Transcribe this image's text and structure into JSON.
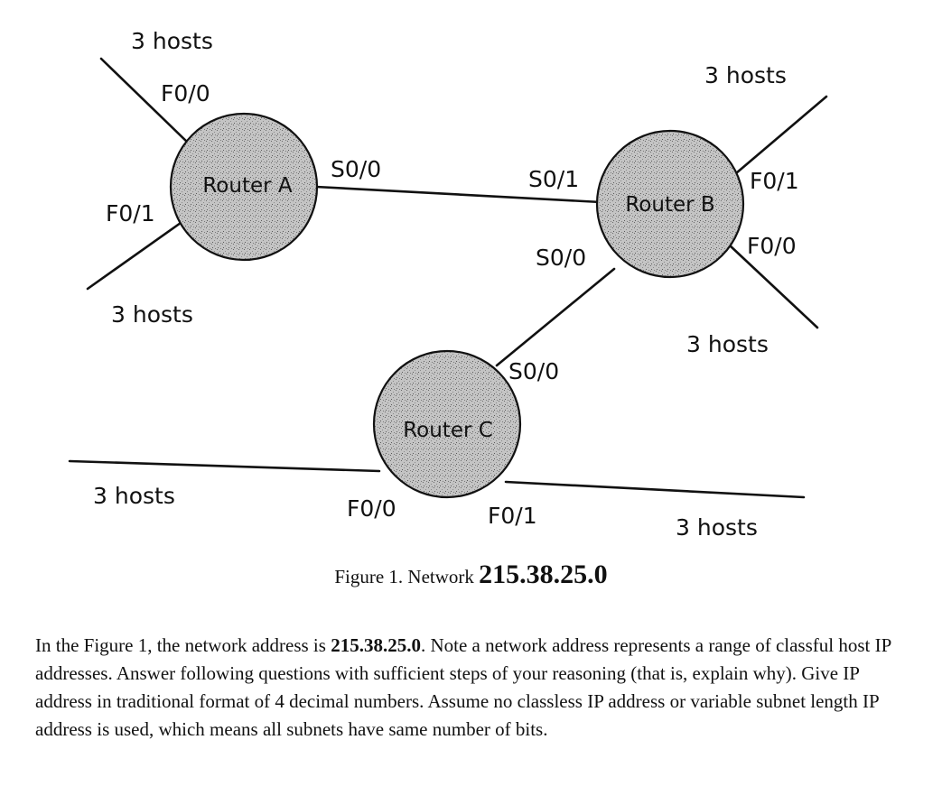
{
  "diagram": {
    "routers": {
      "a": "Router A",
      "b": "Router B",
      "c": "Router C"
    },
    "hosts_label": "3 hosts",
    "interfaces": {
      "a_f00": "F0/0",
      "a_f01": "F0/1",
      "a_s00": "S0/0",
      "b_s01": "S0/1",
      "b_s00": "S0/0",
      "b_f01": "F0/1",
      "b_f00": "F0/0",
      "c_s00": "S0/0",
      "c_f00": "F0/0",
      "c_f01": "F0/1"
    }
  },
  "caption": {
    "text": "Figure 1. Network ",
    "address": "215.38.25.0"
  },
  "question": {
    "part1": "In the Figure 1, the network address is ",
    "address": "215.38.25.0",
    "part2": ". Note a network address represents a range of classful host IP addresses. Answer following questions with sufficient steps of your reasoning (that is, explain why). Give IP address in traditional format of 4 decimal numbers. Assume no classless IP address or variable subnet length IP address is used, which means all subnets have same number of bits."
  },
  "colors": {
    "ink": "#111111",
    "router_fill": "#c4c4c4"
  }
}
